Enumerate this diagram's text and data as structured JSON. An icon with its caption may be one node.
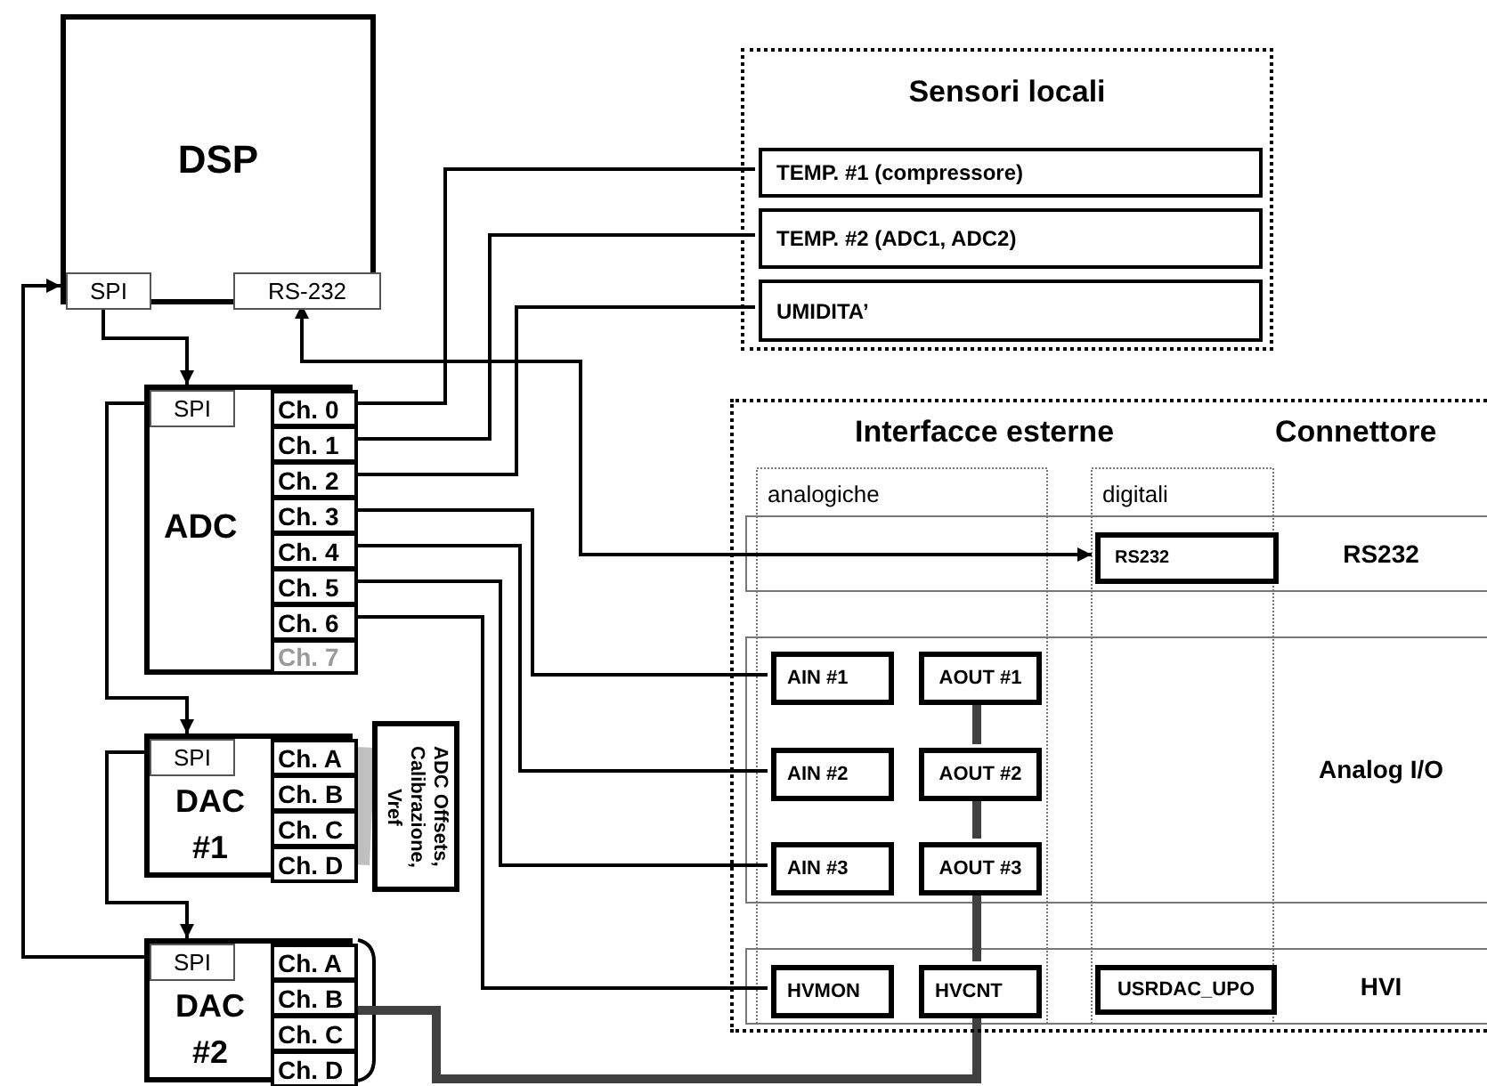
{
  "diagram": {
    "nodes": [
      {
        "text": [
          "DSP"
        ]
      },
      {
        "text": [
          "SPI"
        ],
        "in": 0
      },
      {
        "text": [
          "RS-232"
        ],
        "in": 0
      },
      {
        "text": [
          "ADC"
        ]
      },
      {
        "text": [
          "SPI"
        ],
        "in": 3
      },
      {
        "text": [
          "Ch. 0"
        ],
        "in": 3
      },
      {
        "text": [
          "Ch. 1"
        ],
        "in": 3
      },
      {
        "text": [
          "Ch. 2"
        ],
        "in": 3
      },
      {
        "text": [
          "Ch. 3"
        ],
        "in": 3
      },
      {
        "text": [
          "Ch. 4"
        ],
        "in": 3
      },
      {
        "text": [
          "Ch. 5"
        ],
        "in": 3
      },
      {
        "text": [
          "Ch. 6"
        ],
        "in": 3
      },
      {
        "text": [
          "Ch. 7"
        ],
        "in": 3
      },
      {
        "text": [
          "DAC #1"
        ]
      },
      {
        "text": [
          "SPI"
        ],
        "in": 13
      },
      {
        "text": [
          "Ch. A"
        ],
        "in": 13
      },
      {
        "text": [
          "Ch. B"
        ],
        "in": 13
      },
      {
        "text": [
          "Ch. C"
        ],
        "in": 13
      },
      {
        "text": [
          "Ch. D"
        ],
        "in": 13
      },
      {
        "text": [
          "ADC Offsets, Calibrazione, Vref"
        ]
      },
      {
        "text": [
          "DAC #2"
        ]
      },
      {
        "text": [
          "SPI"
        ],
        "in": 20
      },
      {
        "text": [
          "Ch. A"
        ],
        "in": 20
      },
      {
        "text": [
          "Ch. B"
        ],
        "in": 20
      },
      {
        "text": [
          "Ch. C"
        ],
        "in": 20
      },
      {
        "text": [
          "Ch. D"
        ],
        "in": 20
      },
      {
        "text": [
          "Sensori locali"
        ]
      },
      {
        "text": [
          "TEMP. #1 (compressore)"
        ],
        "in": 26
      },
      {
        "text": [
          "TEMP. #2 (ADC1, ADC2)"
        ],
        "in": 26
      },
      {
        "text": [
          "UMIDITA’"
        ],
        "in": 26
      },
      {
        "text": [
          "Interfacce esterne",
          "Connettore"
        ]
      },
      {
        "text": [
          "RS232"
        ],
        "in": 30
      },
      {
        "text": [
          "AIN #1"
        ],
        "in": 30
      },
      {
        "text": [
          "AOUT #1"
        ],
        "in": 30
      },
      {
        "text": [
          "AIN #2"
        ],
        "in": 30
      },
      {
        "text": [
          "AOUT #2"
        ],
        "in": 30
      },
      {
        "text": [
          "AIN #3"
        ],
        "in": 30
      },
      {
        "text": [
          "AOUT #3"
        ],
        "in": 30
      },
      {
        "text": [
          "HVMON"
        ],
        "in": 30
      },
      {
        "text": [
          "HVCNT"
        ],
        "in": 30
      },
      {
        "text": [
          "USRDAC_UPO"
        ],
        "in": 30
      }
    ],
    "edges": [
      {
        "from": 1,
        "to": 4,
        "arrow": "to"
      },
      {
        "from": 4,
        "to": 14,
        "arrow": "to"
      },
      {
        "from": 14,
        "to": 21,
        "arrow": "to"
      },
      {
        "from": 21,
        "to": 1,
        "arrow": "to"
      },
      {
        "from": 2,
        "to": 31,
        "arrow": "both"
      },
      {
        "from": 5,
        "to": 27,
        "arrow": "none"
      },
      {
        "from": 6,
        "to": 28,
        "arrow": "none"
      },
      {
        "from": 7,
        "to": 29,
        "arrow": "none"
      },
      {
        "from": 8,
        "to": 32,
        "arrow": "none"
      },
      {
        "from": 9,
        "to": 34,
        "arrow": "none"
      },
      {
        "from": 10,
        "to": 36,
        "arrow": "none"
      },
      {
        "from": 11,
        "to": 38,
        "arrow": "none"
      },
      {
        "from": 33,
        "to": 35,
        "arrow": "none",
        "style": "thick",
        "color": "#404040"
      },
      {
        "from": 35,
        "to": 37,
        "arrow": "none",
        "style": "thick",
        "color": "#404040"
      },
      {
        "from": 37,
        "to": 39,
        "arrow": "none",
        "style": "thick",
        "color": "#404040"
      },
      {
        "from": 20,
        "to": 39,
        "arrow": "none",
        "style": "thick",
        "color": "#404040"
      },
      {
        "from": 13,
        "to": 19,
        "arrow": "none",
        "style": "thick",
        "color": "#c0c0c0"
      }
    ],
    "labels": [
      "analogiche",
      "digitali",
      "RS232",
      "Analog I/O",
      "HVI"
    ]
  }
}
